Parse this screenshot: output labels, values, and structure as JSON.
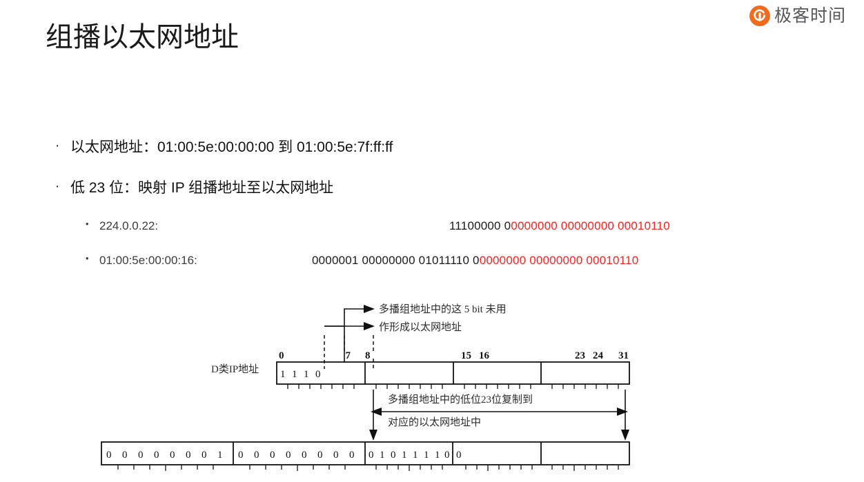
{
  "brand": {
    "logo_icon": "geekbang-circle-logo-icon",
    "wordmark": "极客时间",
    "accent_color": "#f06b1e",
    "wordmark_color": "#58585a"
  },
  "slide": {
    "title": "组播以太网地址",
    "background_color": "#ffffff",
    "highlight_color": "#ff2020"
  },
  "bullets": [
    {
      "marker": "·",
      "text": "以太网地址：01:00:5e:00:00:00 到 01:00:5e:7f:ff:ff"
    },
    {
      "marker": "·",
      "text": "低 23 位：映射 IP 组播地址至以太网地址"
    }
  ],
  "sub_bullets": [
    {
      "marker": "•",
      "label": "224.0.0.22:",
      "bits_black": "11100000 0",
      "bits_red": "0000000 00000000 00010110"
    },
    {
      "marker": "•",
      "label": "01:00:5e:00:00:16:",
      "bits_black": "0000001 00000000 01011110 0",
      "bits_red": "0000000 00000000 00010110"
    }
  ],
  "diagram": {
    "annotation_top_line1": "多播组地址中的这 5 bit 未用",
    "annotation_top_line2": "作形成以太网地址",
    "row_label": "D类IP地址",
    "ruler_ticks": [
      "0",
      "7",
      "8",
      "15",
      "16",
      "23",
      "24",
      "31"
    ],
    "ip_prefix_bits": [
      "1",
      "1",
      "1",
      "0"
    ],
    "annotation_mid_line1": "多播组地址中的低位23位复制到",
    "annotation_mid_line2": "对应的以太网地址中",
    "ethernet_bits_group1": [
      "0",
      "0",
      "0",
      "0",
      "0",
      "0",
      "0",
      "1"
    ],
    "ethernet_bits_group2": [
      "0",
      "0",
      "0",
      "0",
      "0",
      "0",
      "0",
      "0"
    ],
    "ethernet_bits_group3": [
      "0",
      "1",
      "0",
      "1",
      "1",
      "1",
      "1",
      "0"
    ],
    "ethernet_bits_group4": [
      "0"
    ]
  }
}
